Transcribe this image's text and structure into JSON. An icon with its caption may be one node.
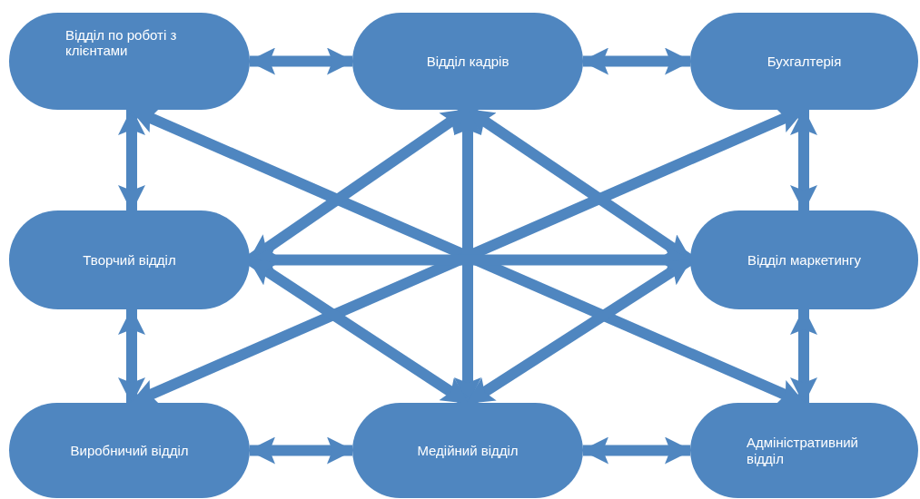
{
  "diagram": {
    "nodes": [
      {
        "text": [
          "Відділ по роботі з клієнтами"
        ]
      },
      {
        "text": [
          "Відділ кадрів"
        ]
      },
      {
        "text": [
          "Бухгалтерія"
        ]
      },
      {
        "text": [
          "Творчий відділ"
        ]
      },
      {
        "text": [
          "Відділ маркетингу"
        ]
      },
      {
        "text": [
          "Виробничий відділ"
        ]
      },
      {
        "text": [
          "Медійний відділ"
        ]
      },
      {
        "text": [
          "Адміністративний відділ"
        ]
      }
    ],
    "edges": [
      {
        "from": 0,
        "to": 1,
        "arrow": "both"
      },
      {
        "from": 1,
        "to": 2,
        "arrow": "both"
      },
      {
        "from": 0,
        "to": 3,
        "arrow": "both"
      },
      {
        "from": 2,
        "to": 4,
        "arrow": "both"
      },
      {
        "from": 3,
        "to": 5,
        "arrow": "both"
      },
      {
        "from": 4,
        "to": 7,
        "arrow": "both"
      },
      {
        "from": 5,
        "to": 6,
        "arrow": "both"
      },
      {
        "from": 6,
        "to": 7,
        "arrow": "both"
      },
      {
        "from": 0,
        "to": 7,
        "arrow": "both"
      },
      {
        "from": 2,
        "to": 5,
        "arrow": "both"
      },
      {
        "from": 1,
        "to": 3,
        "arrow": "both"
      },
      {
        "from": 1,
        "to": 4,
        "arrow": "both"
      },
      {
        "from": 1,
        "to": 6,
        "arrow": "both"
      },
      {
        "from": 3,
        "to": 4,
        "arrow": "both"
      },
      {
        "from": 3,
        "to": 6,
        "arrow": "both"
      },
      {
        "from": 4,
        "to": 6,
        "arrow": "both"
      }
    ]
  }
}
